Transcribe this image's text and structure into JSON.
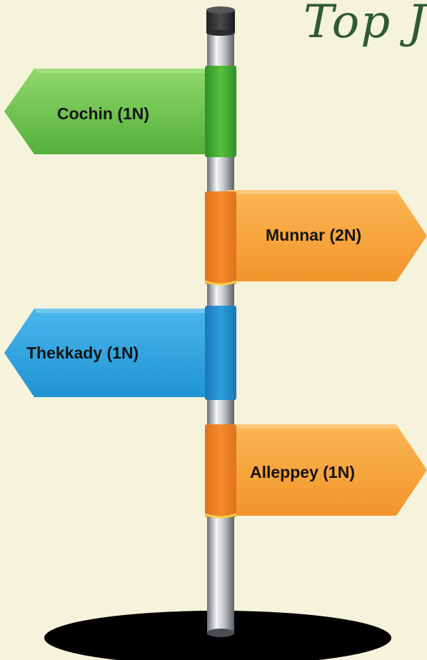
{
  "heading": "Top J",
  "signs": [
    {
      "label": "Cochin (1N)",
      "color": "#6cc24a",
      "direction": "left"
    },
    {
      "label": "Munnar (2N)",
      "color": "#f7a23a",
      "direction": "right"
    },
    {
      "label": "Thekkady (1N)",
      "color": "#2fa6e0",
      "direction": "left"
    },
    {
      "label": "Alleppey (1N)",
      "color": "#f7a23a",
      "direction": "right"
    }
  ],
  "colors": {
    "background": "#f5f3dc",
    "heading": "#2f5a33",
    "pole": "#b9bcc0",
    "shadow": "#000000"
  }
}
